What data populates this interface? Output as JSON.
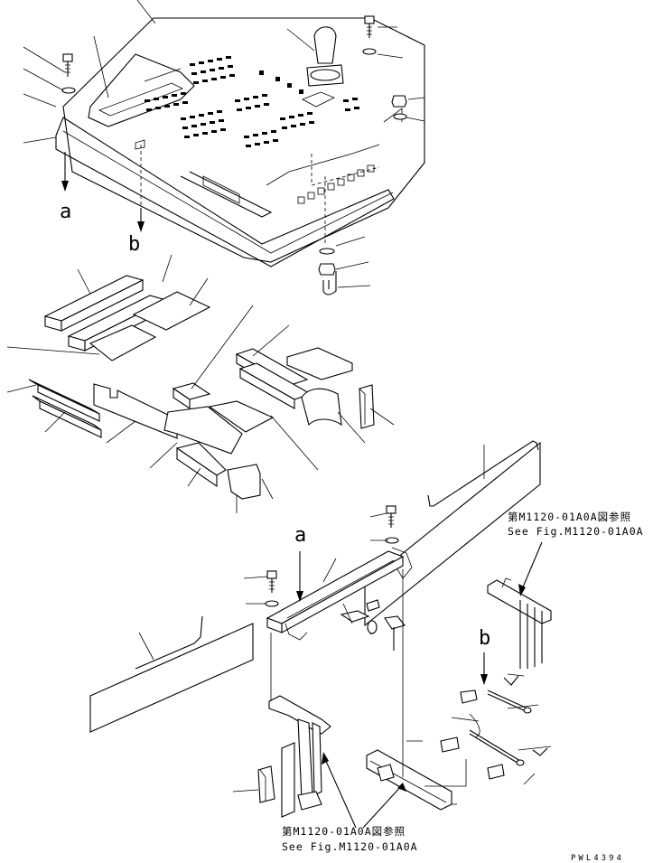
{
  "labels": {
    "arrow_a_top": "a",
    "arrow_b_top": "b",
    "arrow_a_mid": "a",
    "arrow_b_mid": "b"
  },
  "references": {
    "right_jp": "第M1120-01A0A図参照",
    "right_en": "See Fig.M1120-01A0A",
    "bottom_jp": "第M1120-01A0A図参照",
    "bottom_en": "See Fig.M1120-01A0A"
  },
  "drawing_code": "PWL4394",
  "colors": {
    "line": "#000000",
    "background": "#ffffff"
  }
}
